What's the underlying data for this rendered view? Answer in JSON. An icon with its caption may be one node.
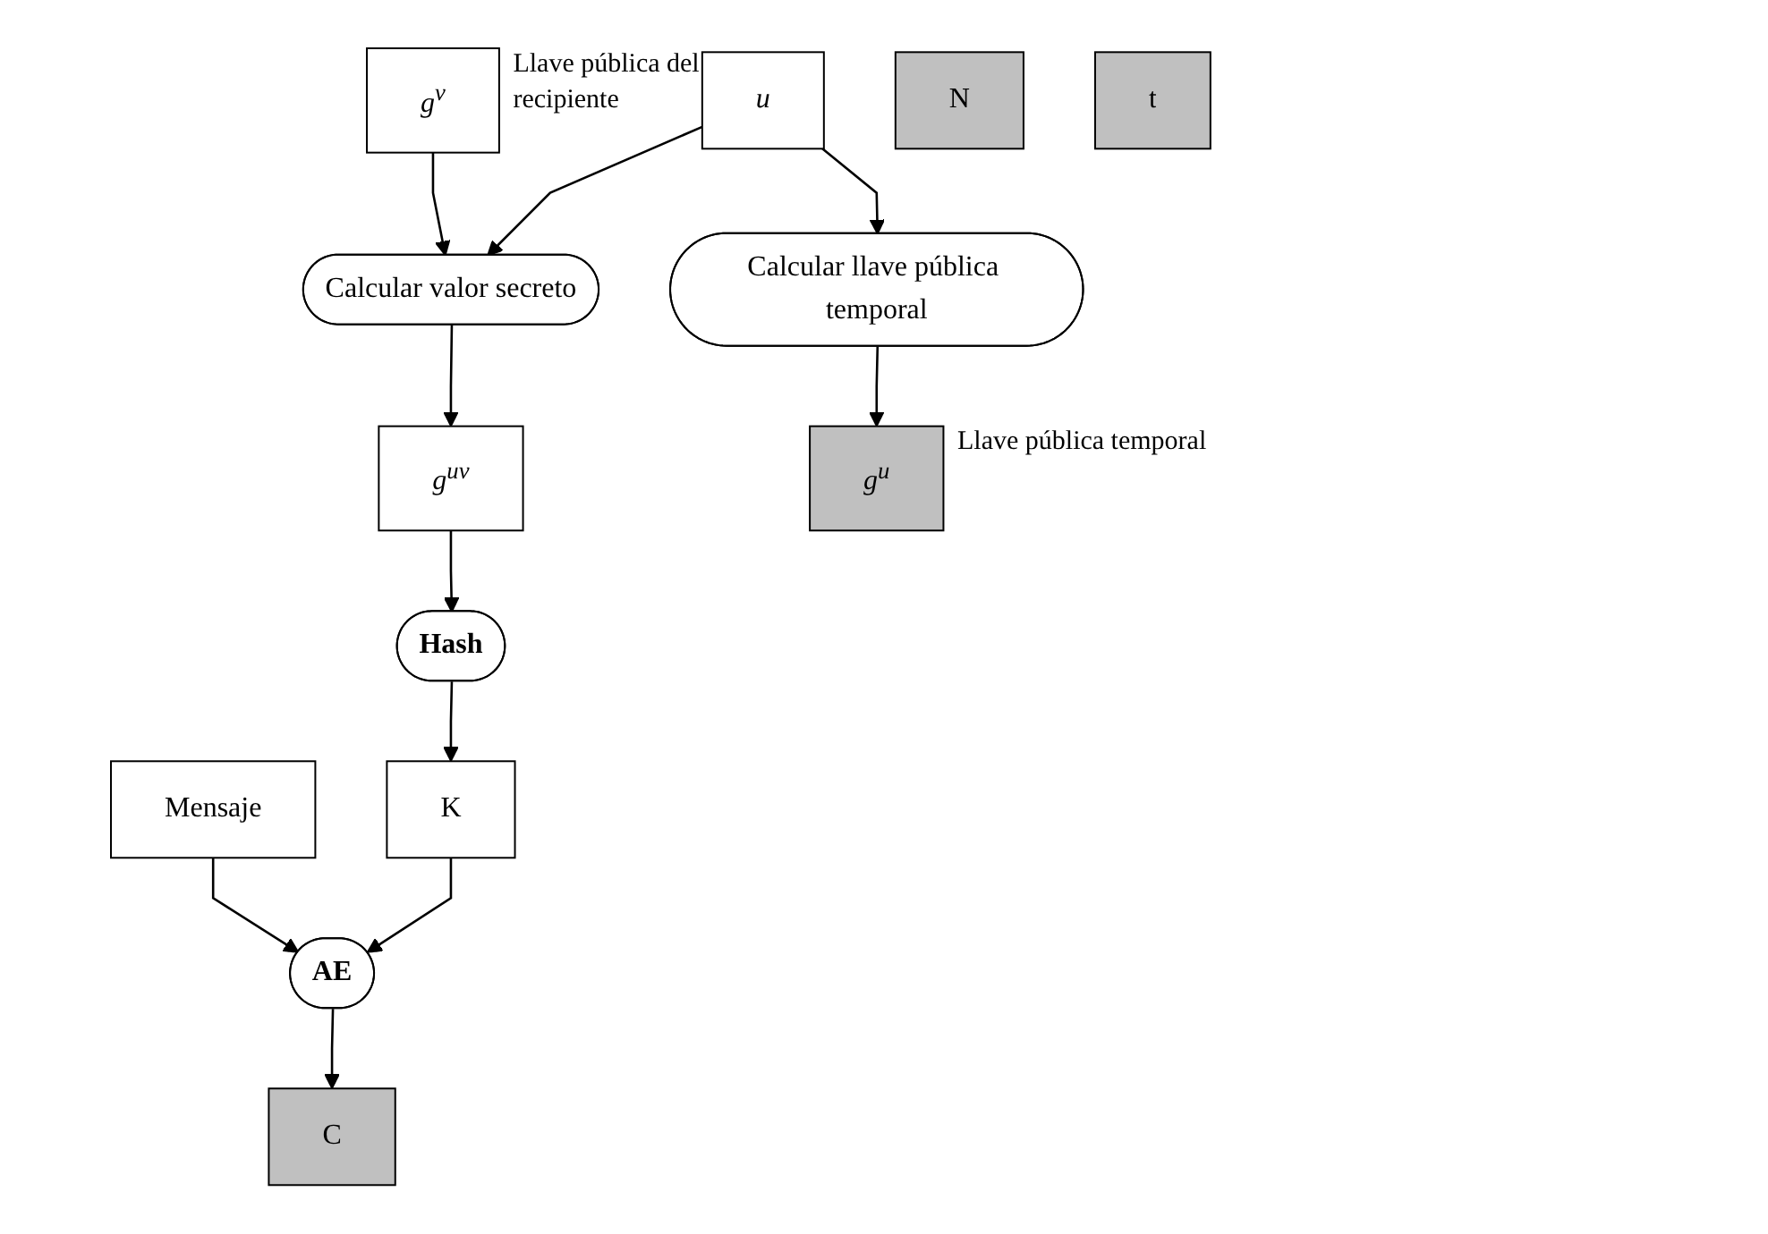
{
  "diagram": {
    "nodes": [
      {
        "text": [
          "g$^{v}$"
        ],
        "beside": [
          "Llave pública del recipiente"
        ]
      },
      {
        "text": [
          "Calcular valor secreto"
        ]
      },
      {
        "text": [
          "g$^{uv}$"
        ]
      },
      {
        "text": [
          "u"
        ]
      },
      {
        "text": [
          "Hash"
        ]
      },
      {
        "text": [
          "Mensaje"
        ]
      },
      {
        "text": [
          "Calcular llave pública temporal"
        ]
      },
      {
        "text": [
          "K"
        ]
      },
      {
        "text": [
          "AE"
        ]
      },
      {
        "text": [
          "g$^{u}$"
        ],
        "beside": [
          "Llave pública temporal"
        ]
      },
      {
        "text": [
          "N"
        ]
      },
      {
        "text": [
          "C"
        ]
      },
      {
        "text": [
          "t"
        ]
      }
    ],
    "edges": [
      {
        "from": 0,
        "to": 1,
        "arrow": "to"
      },
      {
        "from": 1,
        "to": 2,
        "arrow": "to"
      },
      {
        "from": 3,
        "to": 1,
        "arrow": "to"
      },
      {
        "from": 2,
        "to": 4,
        "arrow": "to"
      },
      {
        "from": 3,
        "to": 6,
        "arrow": "to"
      },
      {
        "from": 4,
        "to": 7,
        "arrow": "to"
      },
      {
        "from": 5,
        "to": 8,
        "arrow": "to"
      },
      {
        "from": 6,
        "to": 9,
        "arrow": "to"
      },
      {
        "from": 7,
        "to": 8,
        "arrow": "to"
      },
      {
        "from": 8,
        "to": 11,
        "arrow": "to"
      }
    ]
  }
}
